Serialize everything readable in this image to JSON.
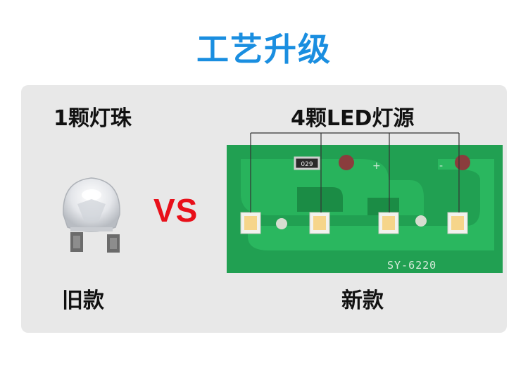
{
  "title": "工艺升级",
  "comparison": {
    "old_title": "1颗灯珠",
    "new_title": "4颗LED灯源",
    "vs_label": "VS",
    "old_label": "旧款",
    "new_label": "新款"
  },
  "pcb": {
    "model_text": "SY-6220",
    "resistor_code": "029",
    "plus_mark": "+",
    "minus_mark": "-"
  },
  "colors": {
    "title": "#1a8ee0",
    "vs": "#e8101a",
    "pcb_green": "#1f9a4d",
    "panel": "#e8e8e8"
  }
}
